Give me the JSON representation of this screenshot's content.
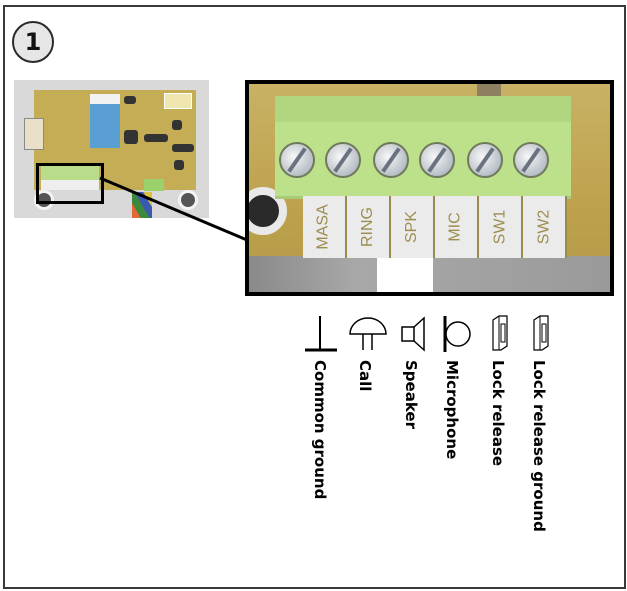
{
  "step_badge": "1",
  "terminal_labels": [
    "MASA",
    "RING",
    "SPK",
    "MIC",
    "SW1",
    "SW2"
  ],
  "legend": [
    {
      "icon": "ground-icon",
      "label": "Common ground"
    },
    {
      "icon": "bell-icon",
      "label": "Call"
    },
    {
      "icon": "speaker-icon",
      "label": "Speaker"
    },
    {
      "icon": "microphone-icon",
      "label": "Microphone"
    },
    {
      "icon": "lock-icon",
      "label": "Lock release"
    },
    {
      "icon": "lock-icon",
      "label": "Lock release ground"
    }
  ],
  "colors": {
    "frame": "#3a3a3a",
    "pcb": "#c2aa55",
    "terminal_block": "#bde08b",
    "label_text": "#9d8e4f"
  }
}
